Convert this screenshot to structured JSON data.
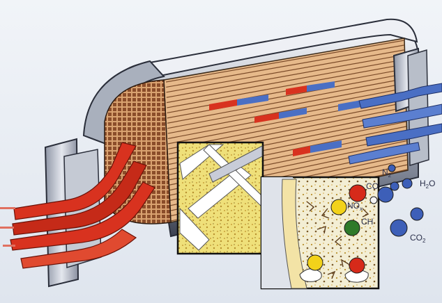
{
  "labels": {
    "h2o": "H",
    "h2o_sub": "2",
    "h2o_end": "O",
    "co": "CO",
    "nox": "NO",
    "nox_sub": "x",
    "ch": "CH",
    "co2": "CO",
    "co2_sub": "2",
    "n2": "N",
    "n2_sub": "2"
  },
  "colors": {
    "exhaust_hot": "#d8321f",
    "exhaust_clean": "#4a6fc4",
    "shell": "#c9ced8",
    "substrate": "#e6b98a",
    "washcoat": "#efe07a",
    "molecule_red": "#d62a1a",
    "molecule_yellow": "#f2d21a",
    "molecule_green": "#2f7a2a",
    "molecule_blue": "#3d5fb8",
    "molecule_white": "#f4f4f4"
  },
  "icons": [
    "hot-exhaust-arrow-icon",
    "clean-exhaust-arrow-icon",
    "molecule-icon"
  ]
}
